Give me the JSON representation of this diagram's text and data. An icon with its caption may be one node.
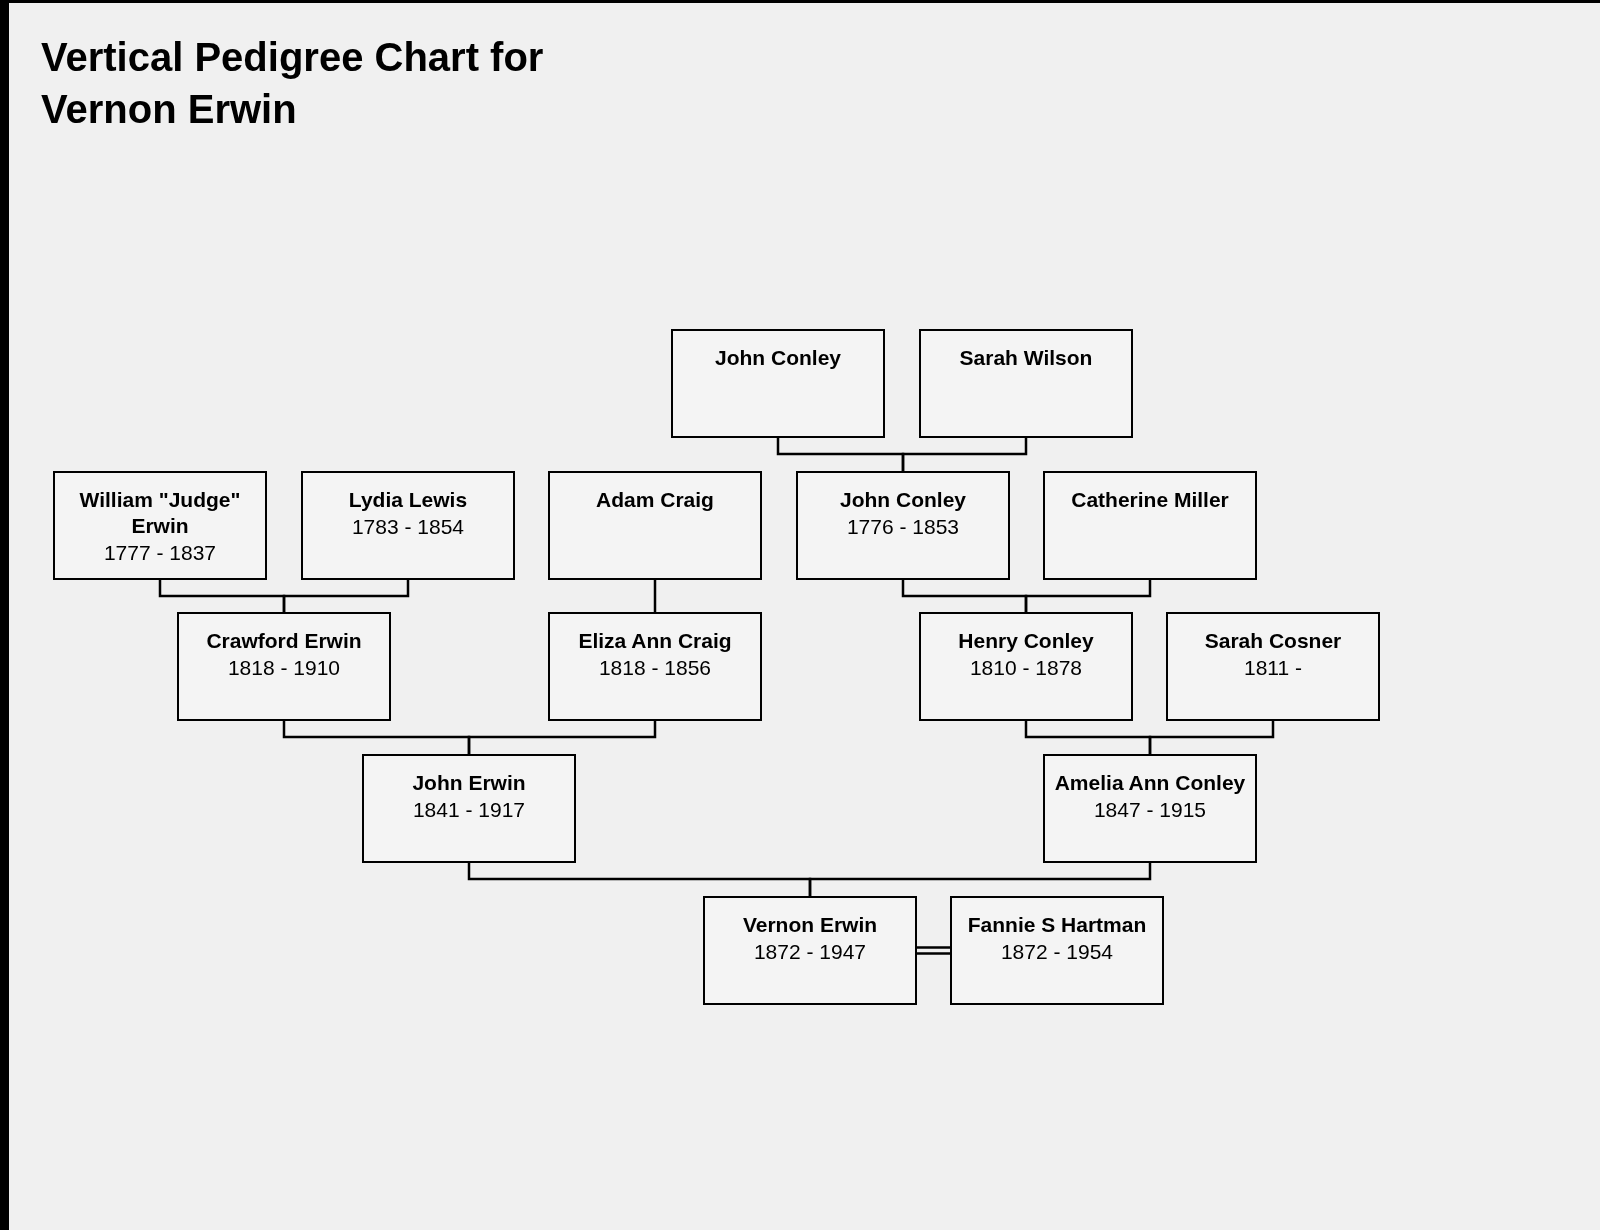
{
  "diagram": {
    "title": "Vertical Pedigree Chart for Vernon Erwin",
    "nodes": [
      {
        "text": [
          "John Conley"
        ]
      },
      {
        "text": [
          "Sarah Wilson"
        ]
      },
      {
        "text": [
          "William \"Judge\" Erwin",
          "1777 - 1837"
        ]
      },
      {
        "text": [
          "Lydia Lewis",
          "1783 - 1854"
        ]
      },
      {
        "text": [
          "Adam Craig"
        ]
      },
      {
        "text": [
          "John Conley",
          "1776 - 1853"
        ]
      },
      {
        "text": [
          "Catherine Miller"
        ]
      },
      {
        "text": [
          "Crawford Erwin",
          "1818 - 1910"
        ]
      },
      {
        "text": [
          "Eliza Ann Craig",
          "1818 - 1856"
        ]
      },
      {
        "text": [
          "Henry Conley",
          "1810 - 1878"
        ]
      },
      {
        "text": [
          "Sarah Cosner",
          "1811 -"
        ]
      },
      {
        "text": [
          "John Erwin",
          "1841 - 1917"
        ]
      },
      {
        "text": [
          "Amelia Ann Conley",
          "1847 - 1915"
        ]
      },
      {
        "text": [
          "Vernon Erwin",
          "1872 - 1947"
        ]
      },
      {
        "text": [
          "Fannie S Hartman",
          "1872 - 1954"
        ]
      }
    ],
    "edges": [
      {
        "from": 0,
        "to": 5,
        "arrow": "none"
      },
      {
        "from": 1,
        "to": 5,
        "arrow": "none"
      },
      {
        "from": 2,
        "to": 7,
        "arrow": "none"
      },
      {
        "from": 3,
        "to": 7,
        "arrow": "none"
      },
      {
        "from": 4,
        "to": 8,
        "arrow": "none"
      },
      {
        "from": 5,
        "to": 9,
        "arrow": "none"
      },
      {
        "from": 6,
        "to": 9,
        "arrow": "none"
      },
      {
        "from": 7,
        "to": 11,
        "arrow": "none"
      },
      {
        "from": 8,
        "to": 11,
        "arrow": "none"
      },
      {
        "from": 9,
        "to": 12,
        "arrow": "none"
      },
      {
        "from": 10,
        "to": 12,
        "arrow": "none"
      },
      {
        "from": 11,
        "to": 13,
        "arrow": "none"
      },
      {
        "from": 12,
        "to": 13,
        "arrow": "none"
      },
      {
        "from": 13,
        "to": 14,
        "arrow": "none"
      }
    ]
  }
}
